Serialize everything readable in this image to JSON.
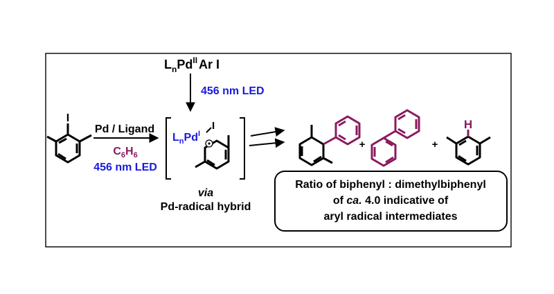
{
  "colors": {
    "black": "#000000",
    "blue": "#1a1adb",
    "purple": "#8a1a5e"
  },
  "top_reagent": {
    "ln": "L",
    "ln_sub": "n",
    "pd": "Pd",
    "ox": "II",
    "rest": "Ar I"
  },
  "top_light": "456 nm LED",
  "reaction": {
    "catalyst": "Pd / Ligand",
    "solvent_c": "C",
    "solvent_6a": "6",
    "solvent_h": "H",
    "solvent_6b": "6",
    "light": "456 nm LED"
  },
  "intermediate": {
    "ln": "L",
    "ln_sub": "n",
    "pd": "Pd",
    "ox": "I",
    "iodide": "I",
    "via": "via",
    "label": "Pd-radical hybrid"
  },
  "products": {
    "plus1": "+",
    "plus2": "+",
    "h_label": "H"
  },
  "ratio_box": {
    "line1": "Ratio of biphenyl : dimethylbiphenyl",
    "line2_italic": "ca.",
    "line2_pre": "of ",
    "line2_post": " 4.0 indicative of",
    "line3": "aryl radical intermediates"
  }
}
